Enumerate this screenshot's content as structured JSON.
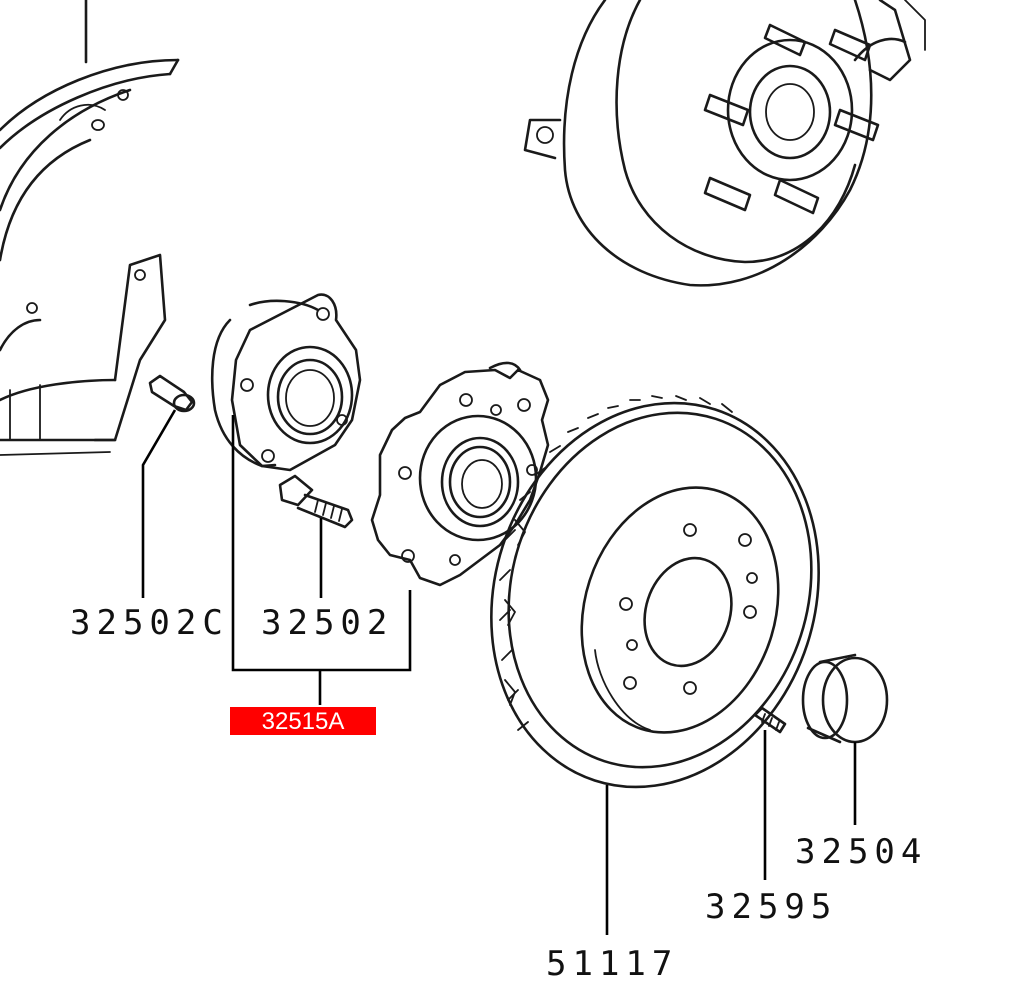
{
  "labels": {
    "bolt_left": "32502C",
    "bolt_hub": "32502",
    "hub_assembly": "32515A",
    "hub_cap": "32504",
    "screw": "32595",
    "brake_disc": "51117"
  },
  "colors": {
    "highlight": "#ff0000",
    "line": "#1a1a1a"
  }
}
